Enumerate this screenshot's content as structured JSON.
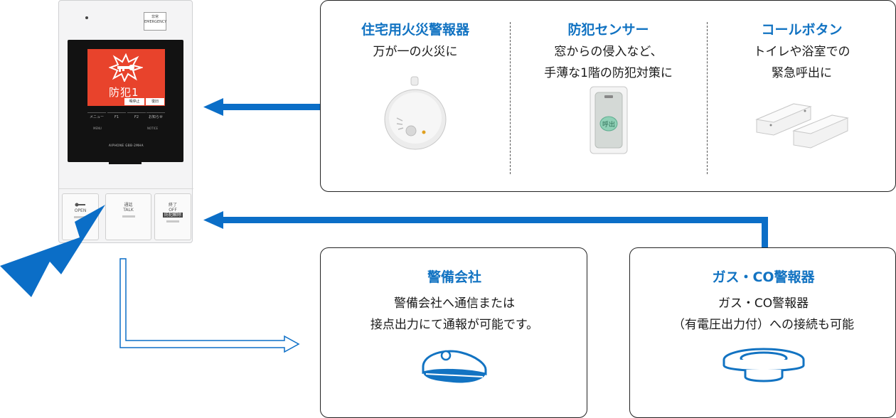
{
  "device": {
    "emergency_label_jp": "非常",
    "emergency_label_en": "EMERGENCY",
    "screen_title": "防犯1",
    "screen_btn_stop": "鳴停止",
    "screen_btn_reset": "復旧",
    "softkeys": [
      "メニュー",
      "F1",
      "F2",
      "お知らせ"
    ],
    "softkey_menu_sub": "MENU",
    "softkey_notice_sub": "NOTICE",
    "brand": "AIPHONE  GBB-2MHA",
    "btn_open": "OPEN",
    "btn_talk_jp": "通話",
    "btn_talk_en": "TALK",
    "btn_off_jp": "終了",
    "btn_off_en": "OFF",
    "btn_off_sub": "防犯解除"
  },
  "sensors_box": {
    "columns": [
      {
        "title": "住宅用火災警報器",
        "desc": [
          "万が一の火災に"
        ],
        "icon": "smoke-detector"
      },
      {
        "title": "防犯センサー",
        "desc": [
          "窓からの侵入など、",
          "手薄な1階の防犯対策に"
        ],
        "icon": "security-sensor"
      },
      {
        "title": "コールボタン",
        "desc": [
          "トイレや浴室での",
          "緊急呼出に"
        ],
        "icon": "call-button-magnet"
      }
    ]
  },
  "security_box": {
    "title": "警備会社",
    "desc": [
      "警備会社へ通信または",
      "接点出力にて通報が可能です。"
    ],
    "icon": "guard-cap"
  },
  "gas_box": {
    "title": "ガス・CO警報器",
    "desc": [
      "ガス・CO警報器",
      "（有電圧出力付）への接続も可能"
    ],
    "icon": "gas-co-alarm"
  },
  "call_button_label": "呼出",
  "colors": {
    "accent": "#1273c2",
    "arrow": "#0b6ec7",
    "screen_red": "#e8432c"
  }
}
